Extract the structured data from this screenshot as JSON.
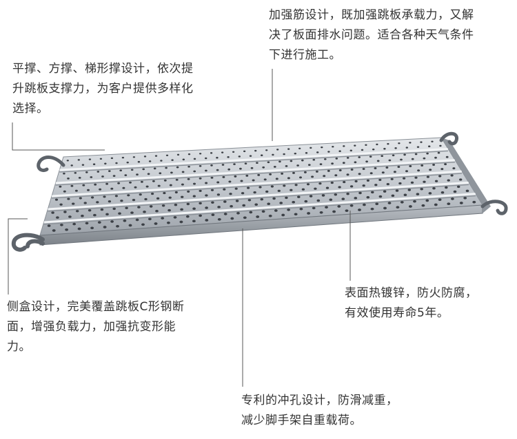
{
  "annotations": {
    "top": {
      "lines": [
        "加强筋设计，既加强跳板承载力，又解",
        "决了板面排水问题。适合各种天气条件",
        "下进行施工。"
      ]
    },
    "left": {
      "lines": [
        "平撑、方撑、梯形撑设计，依次提",
        "升跳板支撑力，为客户提供多样化",
        "选择。"
      ]
    },
    "right": {
      "lines": [
        "表面热镀锌，防火防腐，",
        "有效使用寿命5年。"
      ]
    },
    "side": {
      "lines": [
        "侧盒设计，完美覆盖跳板C形钢断",
        "面，增强负载力，加强抗变形能",
        "力。"
      ]
    },
    "bottom": {
      "lines": [
        "专利的冲孔设计，防滑减重，",
        "减少脚手架自重载荷。"
      ]
    }
  },
  "colors": {
    "plank_light": "#d6dadf",
    "plank_mid": "#aab0b7",
    "plank_dark": "#6f757c",
    "hole": "#3c4046",
    "leader_line": "#555555",
    "text": "#333333"
  },
  "icons": [
    "hook-icon"
  ]
}
